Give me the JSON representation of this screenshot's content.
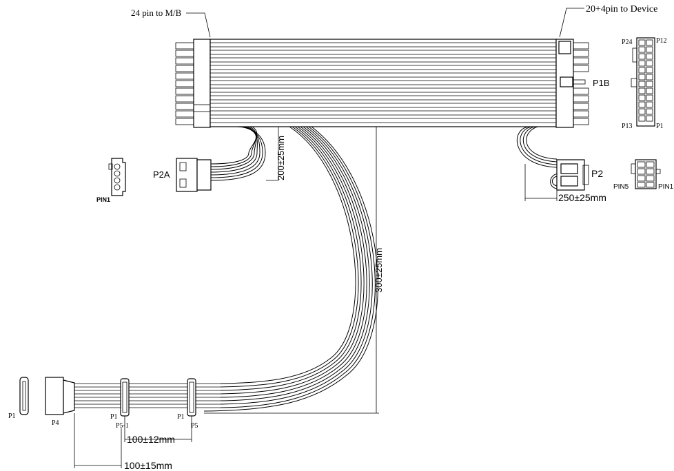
{
  "labels": {
    "mb_connector": "24 pin to M/B",
    "device_connector": "20+4pin to Device",
    "p24": "P24",
    "p12": "P12",
    "p13": "P13",
    "p1_top": "P1",
    "p1b": "P1B",
    "p2a": "P2A",
    "pin1_left": "PIN1",
    "p2": "P2",
    "pin5": "PIN5",
    "pin1_right": "PIN1",
    "p1_sata_a": "P1",
    "p4": "P4",
    "p1_sata_b": "P1",
    "p5_1": "P5-1",
    "p1_sata_c": "P1",
    "p5": "P5"
  },
  "dimensions": {
    "d_200": "200±25mm",
    "d_300": "300±25mm",
    "d_250": "250±25mm",
    "d_100_12": "100±12mm",
    "d_100_15": "100±15mm"
  }
}
